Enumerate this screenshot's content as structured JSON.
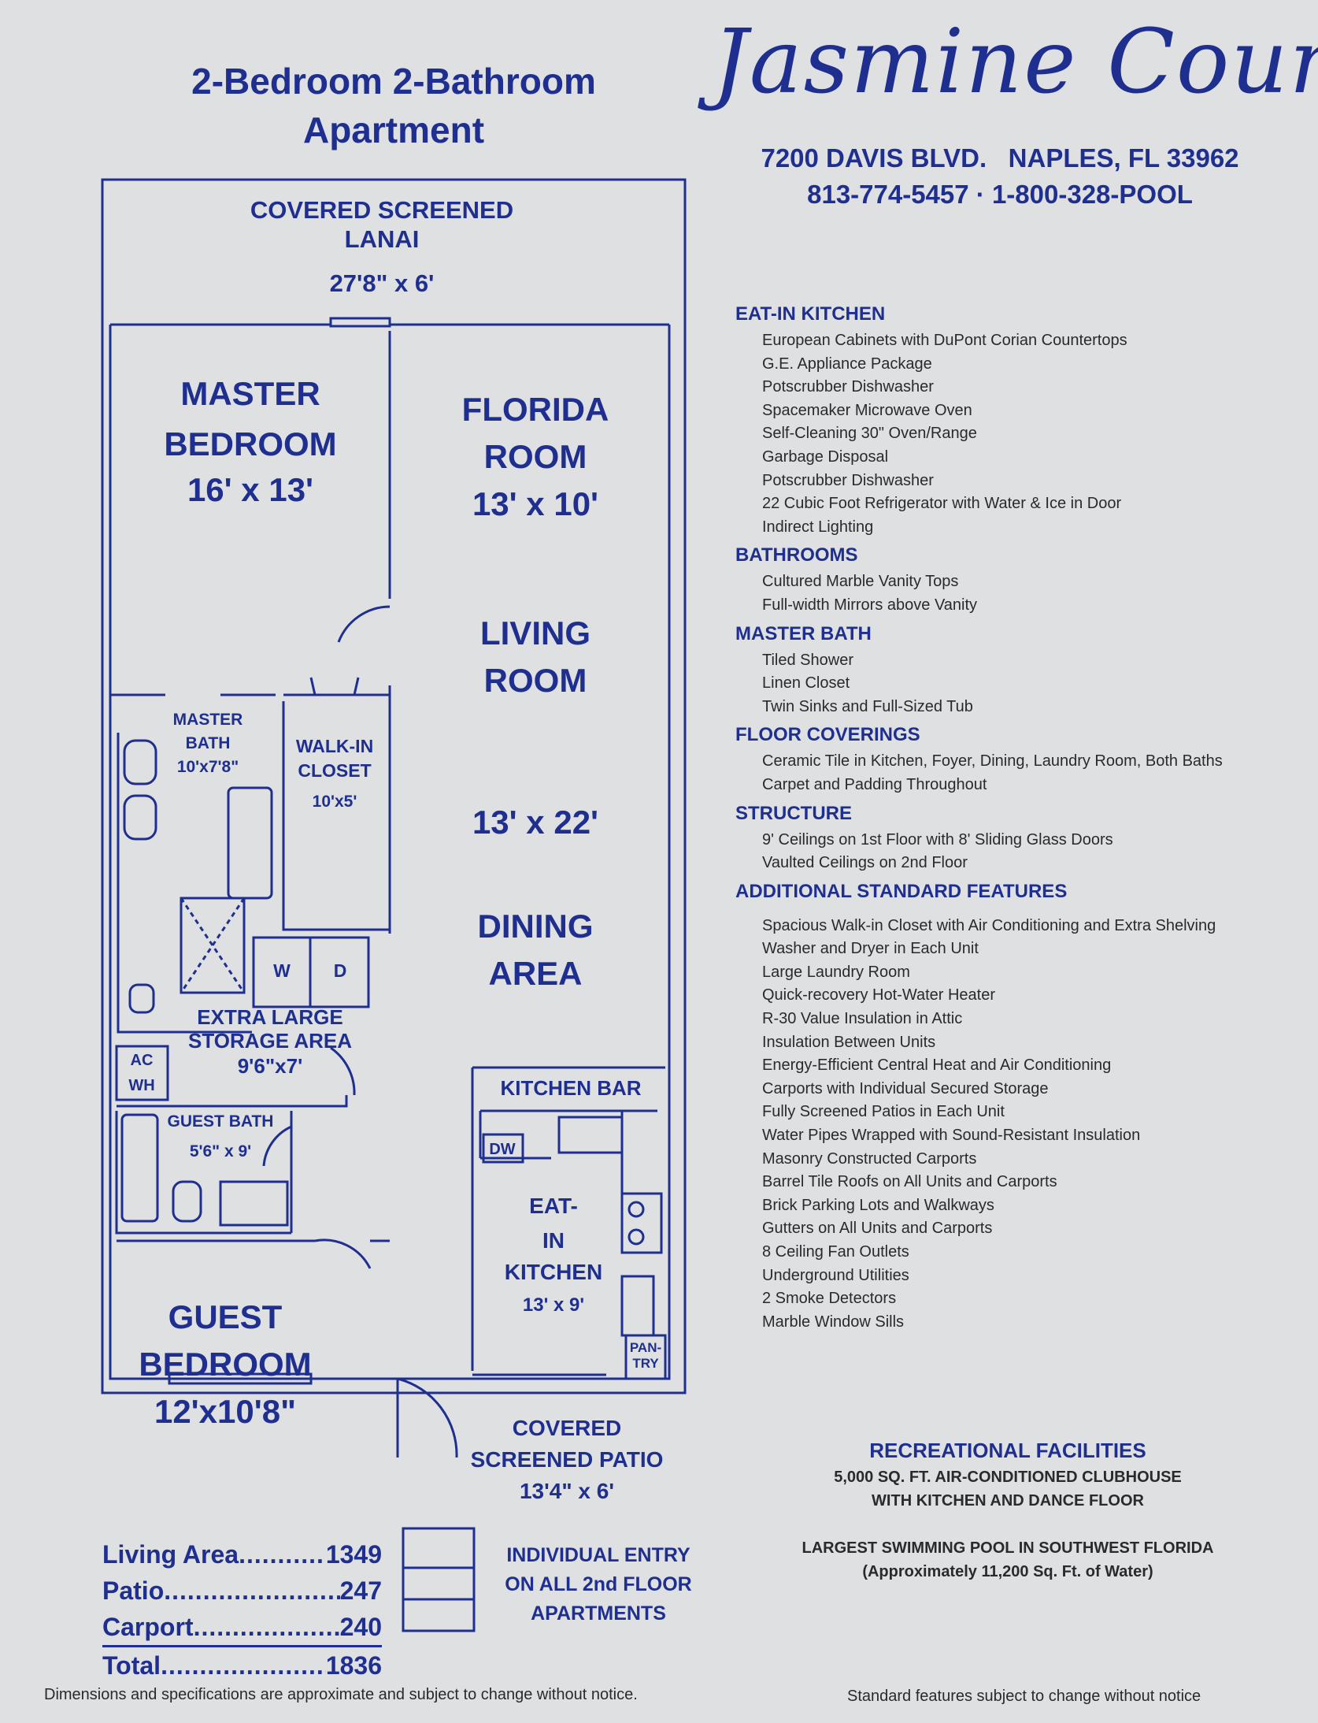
{
  "header": {
    "title_line1": "2-Bedroom 2-Bathroom",
    "title_line2": "Apartment",
    "brand": "Jasmine Court",
    "address": "7200 DAVIS BLVD.   NAPLES, FL 33962",
    "phones": "813-774-5457 · 1-800-328-POOL"
  },
  "floorplan": {
    "lanai": {
      "line1": "COVERED  SCREENED",
      "line2": "LANAI",
      "dims": "27'8\" x 6'"
    },
    "master_bedroom": {
      "line1": "MASTER",
      "line2": "BEDROOM",
      "dims": "16' x 13'"
    },
    "florida_room": {
      "line1": "FLORIDA",
      "line2": "ROOM",
      "dims": "13' x 10'"
    },
    "living_room": {
      "line1": "LIVING",
      "line2": "ROOM",
      "dims": "13' x 22'"
    },
    "dining": {
      "line1": "DINING",
      "line2": "AREA"
    },
    "master_bath": {
      "line1": "MASTER",
      "line2": "BATH",
      "dims": "10'x7'8\""
    },
    "walk_in_closet": {
      "line1": "WALK-IN",
      "line2": "CLOSET",
      "dims": "10'x5'"
    },
    "washer": "W",
    "dryer": "D",
    "storage": {
      "line1": "EXTRA LARGE",
      "line2": "STORAGE AREA",
      "dims": "9'6\"x7'"
    },
    "ac": "AC",
    "wh": "WH",
    "guest_bath": {
      "line1": "GUEST BATH",
      "dims": "5'6\" x 9'"
    },
    "kitchen_bar": "KITCHEN BAR",
    "dw": "DW",
    "kitchen": {
      "line1": "EAT-",
      "line2": "IN",
      "line3": "KITCHEN",
      "dims": "13' x 9'"
    },
    "pantry": {
      "line1": "PAN-",
      "line2": "TRY"
    },
    "guest_bedroom": {
      "line1": "GUEST",
      "line2": "BEDROOM",
      "dims": "12'x10'8\""
    },
    "patio": {
      "line1": "COVERED",
      "line2": "SCREENED PATIO",
      "dims": "13'4\" x 6'"
    }
  },
  "features": [
    {
      "heading": "EAT-IN KITCHEN",
      "items": [
        "European Cabinets with DuPont Corian Countertops",
        "G.E. Appliance Package",
        "Potscrubber Dishwasher",
        "Spacemaker Microwave Oven",
        "Self-Cleaning 30\" Oven/Range",
        "Garbage Disposal",
        "Potscrubber Dishwasher",
        "22 Cubic Foot Refrigerator with Water & Ice in Door",
        "Indirect Lighting"
      ]
    },
    {
      "heading": "BATHROOMS",
      "items": [
        "Cultured Marble Vanity Tops",
        "Full-width Mirrors above Vanity"
      ]
    },
    {
      "heading": "MASTER BATH",
      "items": [
        "Tiled Shower",
        "Linen Closet",
        "Twin Sinks and Full-Sized Tub"
      ]
    },
    {
      "heading": "FLOOR COVERINGS",
      "items": [
        "Ceramic Tile in Kitchen, Foyer, Dining, Laundry Room, Both Baths",
        "Carpet and Padding Throughout"
      ]
    },
    {
      "heading": "STRUCTURE",
      "items": [
        "9' Ceilings on 1st Floor with 8' Sliding Glass Doors",
        "Vaulted Ceilings on 2nd Floor"
      ]
    },
    {
      "heading": "ADDITIONAL STANDARD FEATURES",
      "items": [
        "Spacious Walk-in Closet with Air Conditioning and Extra Shelving",
        "Washer and Dryer in Each Unit",
        "Large Laundry Room",
        "Quick-recovery Hot-Water Heater",
        "R-30 Value Insulation in Attic",
        "Insulation Between Units",
        "Energy-Efficient Central Heat and Air Conditioning",
        "Carports with Individual Secured Storage",
        "Fully Screened Patios in Each Unit",
        "Water Pipes Wrapped with Sound-Resistant Insulation",
        "Masonry Constructed Carports",
        "Barrel Tile Roofs on All Units and Carports",
        "Brick Parking Lots and Walkways",
        "Gutters on All Units and Carports",
        "8 Ceiling Fan Outlets",
        "Underground Utilities",
        "2 Smoke Detectors",
        "Marble Window Sills"
      ]
    }
  ],
  "recreation": {
    "heading": "RECREATIONAL FACILITIES",
    "line1": "5,000 SQ. FT. AIR-CONDITIONED CLUBHOUSE",
    "line2": "WITH KITCHEN AND DANCE FLOOR",
    "line3": "LARGEST  SWIMMING POOL IN SOUTHWEST FLORIDA",
    "line4": "(Approximately 11,200 Sq. Ft. of Water)"
  },
  "areas": [
    {
      "label": "Living Area",
      "value": "1349"
    },
    {
      "label": "Patio",
      "value": "247"
    },
    {
      "label": "Carport",
      "value": "240"
    },
    {
      "label": "Total",
      "value": "1836"
    }
  ],
  "entry_note": {
    "line1": "INDIVIDUAL ENTRY",
    "line2": "ON ALL 2nd FLOOR",
    "line3": "APARTMENTS"
  },
  "disclaimer_left": "Dimensions and specifications are approximate and subject to change without notice.",
  "disclaimer_right": "Standard features subject to change without notice"
}
